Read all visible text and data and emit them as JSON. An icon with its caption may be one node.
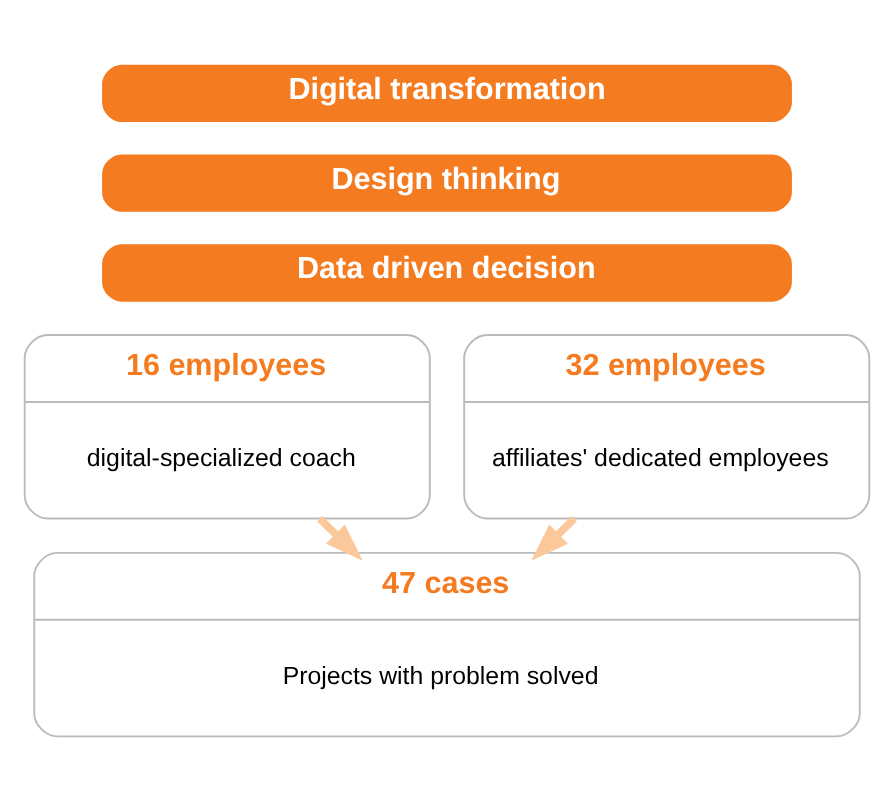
{
  "diagram": {
    "nodes": [
      {
        "text": [
          "Digital transformation"
        ]
      },
      {
        "text": [
          "Design thinking"
        ]
      },
      {
        "text": [
          "Data driven decision"
        ]
      },
      {
        "text": [
          "16 employees",
          "digital-specialized coach"
        ]
      },
      {
        "text": [
          "32 employees",
          "affiliates' dedicated employees"
        ]
      },
      {
        "text": [
          "47 cases",
          "Projects with problem solved"
        ]
      }
    ],
    "edges": [
      {
        "from": 3,
        "to": 5,
        "arrow": "to"
      },
      {
        "from": 4,
        "to": 5,
        "arrow": "to"
      }
    ]
  }
}
